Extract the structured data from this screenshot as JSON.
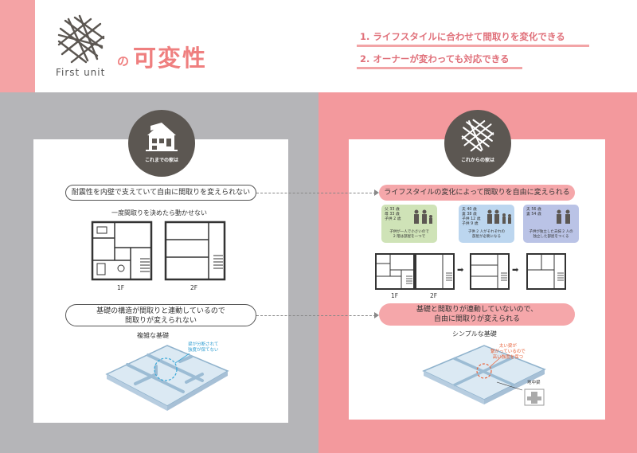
{
  "header": {
    "logo_text": "First unit",
    "title_particle": "の",
    "title_main": "可変性",
    "points": [
      "1. ライフスタイルに合わせて間取りを変化できる",
      "2. オーナーが変わっても対応できる"
    ]
  },
  "left": {
    "badge_label": "これまでの家は",
    "point1": "耐震性を内壁で支えていて自由に間取りを変えられない",
    "plan_caption": "一度間取りを決めたら動かせない",
    "floor_labels": [
      "1F",
      "2F"
    ],
    "point2_line1": "基礎の構造が間取りと連動しているので",
    "point2_line2": "間取りが変えられない",
    "foundation_caption": "複雑な基礎",
    "callout_line1": "梁が分断されて",
    "callout_line2": "強度が保てない"
  },
  "right": {
    "badge_label": "これからの家は",
    "point1": "ライフスタイルの変化によって間取りを自由に変えられる",
    "families": [
      {
        "ages": [
          "父 33 歳",
          "母 33 歳",
          "子供 2 歳"
        ],
        "desc_line1": "子供が一人で小さいので",
        "desc_line2": "2 階は部屋を一つで"
      },
      {
        "ages": [
          "夫 40 歳",
          "妻 38 歳",
          "子供 12 歳",
          "子供 9 歳"
        ],
        "desc_line1": "子供 2 人がそれぞれの",
        "desc_line2": "部屋が必要になる"
      },
      {
        "ages": [
          "夫 56 歳",
          "妻 54 歳"
        ],
        "desc_line1": "子供が独立した夫婦 2 人の",
        "desc_line2": "独立した部屋をつくる"
      }
    ],
    "floor_labels": [
      "1F",
      "2F"
    ],
    "point2_line1": "基礎と間取りが連動していないので、",
    "point2_line2": "自由に間取りが変えられる",
    "foundation_caption": "シンプルな基礎",
    "callout_line1": "太い梁が",
    "callout_line2": "繋がっているので",
    "callout_line3": "高い強度を保つ",
    "beam_label": "地中梁"
  },
  "colors": {
    "accent_pink": "#f3999d",
    "title_pink": "#ef7f7f",
    "gray_bg": "#b5b5b8",
    "badge_dark": "#5c5752"
  }
}
